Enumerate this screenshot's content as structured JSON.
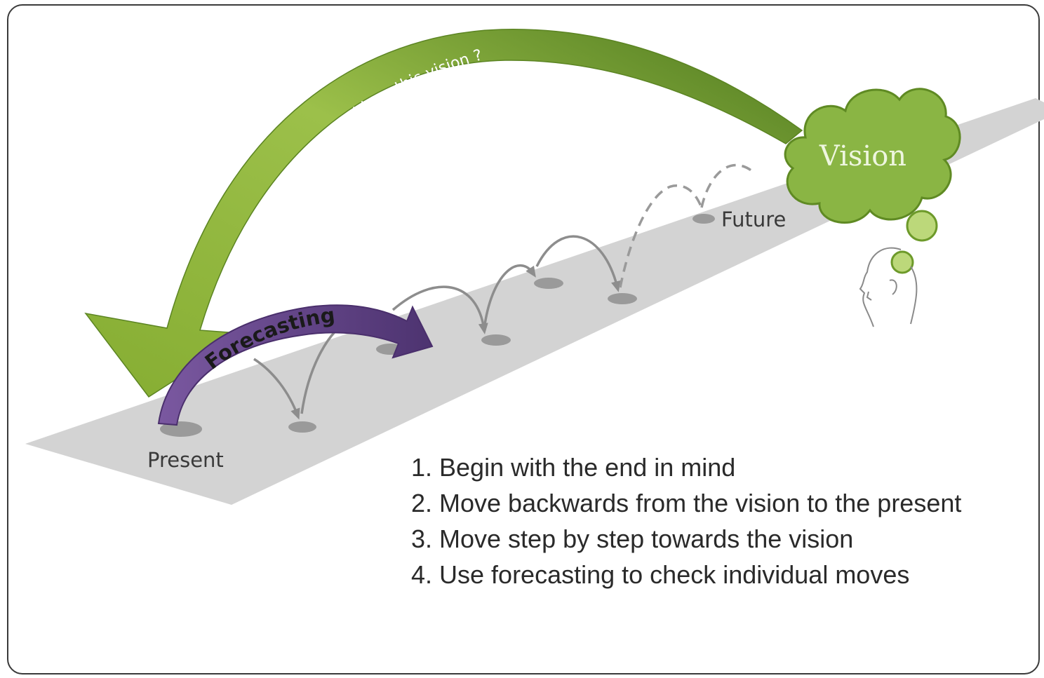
{
  "diagram": {
    "backcast_arrow_text": "What do I do today to achieve this vision ?",
    "forecast_arrow_text": "Forecasting",
    "vision_label": "Vision",
    "present_label": "Present",
    "future_label": "Future"
  },
  "steps": [
    "1. Begin with the end in mind",
    "2. Move backwards from the vision to the present",
    "3. Move step by step towards the vision",
    "4. Use forecasting to check individual moves"
  ],
  "colors": {
    "green_dark": "#5f8a23",
    "green_mid": "#8db437",
    "green_light": "#a9c862",
    "cloud": "#8ab544",
    "forecast_purple": "#6b4a8e",
    "path_gray": "#d3d3d3",
    "dot_gray": "#9a9a9a",
    "hop_gray": "#8d8d8d"
  }
}
